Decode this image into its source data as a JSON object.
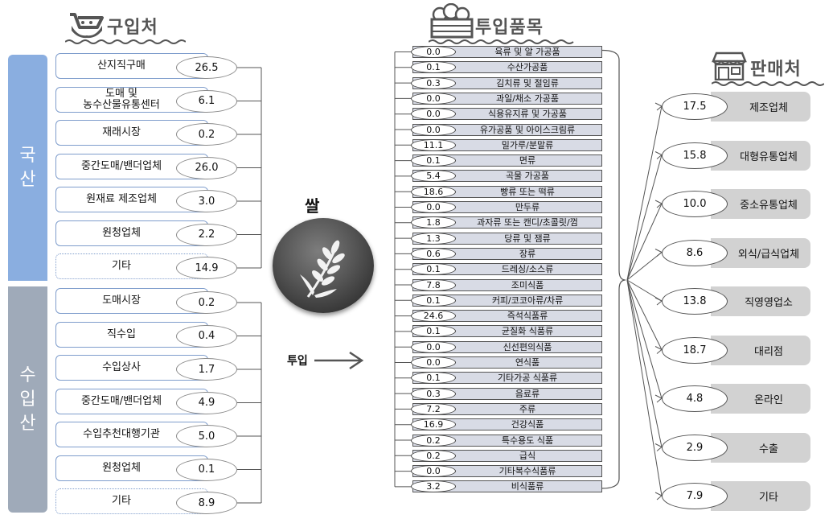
{
  "headers": {
    "purchase": "구입처",
    "input_items": "투입품목",
    "sales": "판매처"
  },
  "side_labels": {
    "domestic": "국\n산",
    "imported": "수\n입\n산"
  },
  "domestic_sources": [
    {
      "label": "산지직구매",
      "value": "26.5",
      "dotted": false
    },
    {
      "label": "도매 및\n농수산물유통센터",
      "value": "6.1",
      "dotted": false
    },
    {
      "label": "재래시장",
      "value": "0.2",
      "dotted": false
    },
    {
      "label": "중간도매/밴더업체",
      "value": "26.0",
      "dotted": false
    },
    {
      "label": "원재료 제조업체",
      "value": "3.0",
      "dotted": false
    },
    {
      "label": "원청업체",
      "value": "2.2",
      "dotted": false
    },
    {
      "label": "기타",
      "value": "14.9",
      "dotted": true
    }
  ],
  "imported_sources": [
    {
      "label": "도매시장",
      "value": "0.2",
      "dotted": false
    },
    {
      "label": "직수입",
      "value": "0.4",
      "dotted": false
    },
    {
      "label": "수입상사",
      "value": "1.7",
      "dotted": false
    },
    {
      "label": "중간도매/밴더업체",
      "value": "4.9",
      "dotted": false
    },
    {
      "label": "수입추천대행기관",
      "value": "5.0",
      "dotted": false
    },
    {
      "label": "원청업체",
      "value": "0.1",
      "dotted": false
    },
    {
      "label": "기타",
      "value": "8.9",
      "dotted": true
    }
  ],
  "center": {
    "title": "쌀",
    "input_label": "투입"
  },
  "input_items": [
    {
      "label": "육류 및 알 가공품",
      "value": "0.0"
    },
    {
      "label": "수산가공품",
      "value": "0.1"
    },
    {
      "label": "김치류 및 절임류",
      "value": "0.3"
    },
    {
      "label": "과일/채소 가공품",
      "value": "0.0"
    },
    {
      "label": "식용유지류 및 가공품",
      "value": "0.0"
    },
    {
      "label": "유가공품 및 아이스크림류",
      "value": "0.0"
    },
    {
      "label": "밀가루/분말류",
      "value": "11.1"
    },
    {
      "label": "면류",
      "value": "0.1"
    },
    {
      "label": "곡물 가공품",
      "value": "5.4"
    },
    {
      "label": "빵류 또는 떡류",
      "value": "18.6"
    },
    {
      "label": "만두류",
      "value": "0.0"
    },
    {
      "label": "과자류 또는 캔디/초콜릿/껌",
      "value": "1.8"
    },
    {
      "label": "당류 및 잼류",
      "value": "1.3"
    },
    {
      "label": "장류",
      "value": "0.6"
    },
    {
      "label": "드레싱/소스류",
      "value": "0.1"
    },
    {
      "label": "조미식품",
      "value": "7.8"
    },
    {
      "label": "커피/코코아류/차류",
      "value": "0.1"
    },
    {
      "label": "즉석식품류",
      "value": "24.6"
    },
    {
      "label": "균질화 식품류",
      "value": "0.1"
    },
    {
      "label": "신선편의식품",
      "value": "0.0"
    },
    {
      "label": "연식품",
      "value": "0.0"
    },
    {
      "label": "기타가공 식품류",
      "value": "0.1"
    },
    {
      "label": "음료류",
      "value": "0.3"
    },
    {
      "label": "주류",
      "value": "7.2"
    },
    {
      "label": "건강식품",
      "value": "16.9"
    },
    {
      "label": "특수용도 식품",
      "value": "0.2"
    },
    {
      "label": "급식",
      "value": "0.2"
    },
    {
      "label": "기타복수식품류",
      "value": "0.0"
    },
    {
      "label": "비식품류",
      "value": "3.2"
    }
  ],
  "sales_channels": [
    {
      "label": "제조업체",
      "value": "17.5"
    },
    {
      "label": "대형유통업체",
      "value": "15.8"
    },
    {
      "label": "중소유통업체",
      "value": "10.0"
    },
    {
      "label": "외식/급식업체",
      "value": "8.6"
    },
    {
      "label": "직영영업소",
      "value": "13.8"
    },
    {
      "label": "대리점",
      "value": "18.7"
    },
    {
      "label": "온라인",
      "value": "4.8"
    },
    {
      "label": "수출",
      "value": "2.9"
    },
    {
      "label": "기타",
      "value": "7.9"
    }
  ],
  "colors": {
    "domestic_bar": "#8aaee0",
    "imported_bar": "#9faab9",
    "source_border": "#7f9dcc",
    "item_fill": "#d8dbe5",
    "sales_fill": "#d2d2d2"
  }
}
